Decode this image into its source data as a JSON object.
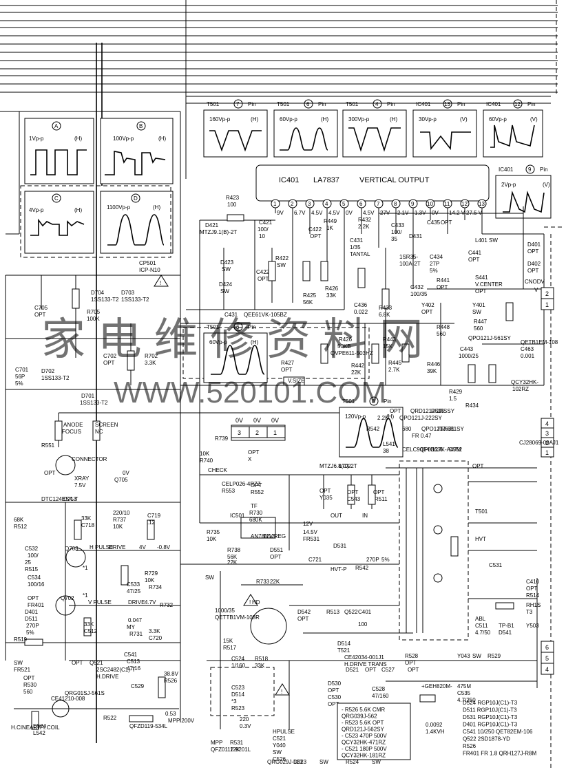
{
  "ic401": {
    "name": "IC401",
    "part": "LA7837",
    "title": "VERTICAL   OUTPUT",
    "pins": [
      "1",
      "2",
      "3",
      "4",
      "5",
      "6",
      "7",
      "8",
      "9",
      "10",
      "11",
      "12",
      "13"
    ],
    "volts": [
      "9V",
      "6.7V",
      "4.5V",
      "4.5V",
      "0V",
      "4.5V",
      "27V",
      "2.1V",
      "1.3V",
      "0V",
      "14.2 V",
      "27.5 V"
    ]
  },
  "waves": [
    {
      "src": "T501",
      "pin": "7",
      "word": "Pin",
      "vpp": "160Vp-p",
      "unit": "(H)"
    },
    {
      "src": "T501",
      "pin": "6",
      "word": "Pin",
      "vpp": "60Vp-p",
      "unit": "(H)"
    },
    {
      "src": "T501",
      "pin": "4",
      "word": "Pin",
      "vpp": "300Vp-p",
      "unit": "(H)"
    },
    {
      "src": "IC401",
      "pin": "13",
      "word": "Pin",
      "vpp": "30Vp-p",
      "unit": "(V)"
    },
    {
      "src": "IC401",
      "pin": "12",
      "word": "Pin",
      "vpp": "60Vp-p",
      "unit": "(V)"
    },
    {
      "src": "IC401",
      "pin": "9",
      "word": "Pin",
      "vpp": "2Vp-p",
      "unit": "(V)"
    },
    {
      "src": "T501",
      "pin": "6",
      "word": "Pin",
      "vpp": "60Vp-p",
      "unit": "(H)"
    },
    {
      "src": "T501",
      "pin": "8",
      "word": "Pin",
      "vpp": "120Vp-p",
      "unit": "(H)"
    }
  ],
  "leftwaves": [
    {
      "id": "A",
      "vpp": "1Vp-p",
      "unit": "(H)"
    },
    {
      "id": "B",
      "vpp": "100Vp-p",
      "unit": "(H)"
    },
    {
      "id": "C",
      "vpp": "4Vp-p",
      "unit": "(H)"
    },
    {
      "id": "D",
      "vpp": "1100Vp-p",
      "unit": "(H)"
    }
  ],
  "labels": [
    "R423",
    "100",
    "D421",
    "MTZJ9.1(B)-2T",
    "D423",
    "SW",
    "D424",
    "SW",
    "C421",
    "100/",
    "10",
    "C422",
    "OPT",
    "R422",
    "SW",
    "C422",
    "OPT",
    "R449",
    "1K",
    "R425",
    "56K",
    "R426",
    "33K",
    "R432",
    "2.2K",
    "C431",
    "1/35",
    "TANTAL",
    "C433",
    "100/",
    "35",
    "D431",
    "1SR35-",
    "100A-2T",
    "C434",
    "27P",
    "5%",
    "C435",
    "OPT",
    "C441",
    "OPT",
    "L401",
    "SW",
    "D401",
    "OPT",
    "D402",
    "OPT",
    "R441",
    "OPT",
    "S441",
    "V.CENTER",
    "OPT",
    "CNODV",
    "V",
    "C432",
    "100/35",
    "C436",
    "0.022",
    "R433",
    "6.8K",
    "Y402",
    "OPT",
    "Y401",
    "SW",
    "R448",
    "560",
    "R447",
    "560",
    "QPO121J-561SY",
    "C431",
    "QEE61VK-105BZ",
    "CP501",
    "ICP-N10",
    "D704",
    "1SS133-T2",
    "D703",
    "1SS133-T2",
    "C705",
    "OPT",
    "R705",
    "100K",
    "C702",
    "OPT",
    "R702",
    "3.3K",
    "C701",
    "56P",
    "5%",
    "D702",
    "1SS133-T2",
    "D701",
    "1SS133-T2",
    "R426",
    "50KB",
    "QVPE611-503HZ",
    "R427",
    "OPT",
    "V.SIZE",
    "R442",
    "22K",
    "R443",
    "15K",
    "R445",
    "2.7K",
    "R446",
    "39K",
    "C443",
    "1000/25",
    "QETB1EM-108",
    "C463",
    "0.001",
    "QCY32HK-",
    "102RZ",
    "R429",
    "1.5",
    "R434",
    "OPT",
    "QRD121J-1RSSY",
    "R515",
    "2.2K",
    "QPO121J-222SY",
    "R542",
    "680",
    "QPO121J-681SY",
    "FR531",
    "FR 0.47",
    "L541",
    "38",
    "CELC901-036J6",
    "QPH127K-A47M",
    "D552",
    "OPT",
    "T501",
    "HVT",
    "CJ28069-00AJ1",
    "ANODE",
    "FOCUS",
    "SCREEN",
    "NC",
    "R739",
    "10K",
    "R740",
    "OPT",
    "X",
    "CHECK",
    "CONNECTOR",
    "R551",
    "OPT",
    "XRAY",
    "7.5V",
    "0V",
    "Q705",
    "DTC124ESA-T",
    "D713",
    "MTZJ6.8(C)-2T",
    "L702",
    "CELP026-4R7Z",
    "R553",
    "OPT",
    "R552",
    "OPT",
    "Y035",
    "OPT",
    "C543",
    "OPT",
    "R511",
    "68K",
    "R512",
    "33K",
    "C718",
    "220/10",
    "R737",
    "10K",
    "C719",
    ".12",
    "TF",
    "R730",
    "680K",
    "IC501",
    "AN78N12",
    "12V.REG",
    "12V",
    "OUT",
    "IN",
    "14.5V",
    "FR531",
    "D531",
    "C532",
    "100/",
    "25",
    "R515",
    "Q703",
    "*1",
    "H PULSE",
    "DRIVE",
    "4V",
    "-0.8V",
    "R735",
    "10K",
    "R738",
    "56K",
    "D551",
    "OPT",
    "C534",
    "100/16",
    "C533",
    "47/25",
    "R729",
    "10K",
    "R734",
    "22K",
    "C721",
    "270P",
    "5%",
    "HVT-P",
    "R542",
    "C531",
    "OPT",
    "FR401",
    "D401",
    "D511",
    "Q702",
    "*1",
    "V PULSE",
    "DRIVE",
    "4.7V",
    "R732",
    "SW",
    "R733",
    "22K",
    "HD",
    "D542",
    "R513",
    "OPT",
    "Q522",
    "C401",
    "1000/35",
    "QETTB1VM-108R",
    "C410",
    "OPT",
    "R514",
    "33K",
    "C512",
    "0.047",
    "MY",
    "R731",
    "3.3K",
    "C720",
    "270P",
    "5%",
    "R519",
    "15K",
    "R517",
    "100",
    "ABL",
    "C511",
    "4.7/50",
    "TP-B1",
    "D541",
    "RH1S",
    "T3",
    "Y503",
    "SW",
    "FR521",
    "OPT",
    "C541",
    "C513",
    "47/16",
    "D514",
    "T521",
    "CE42034-001J1",
    "H.DRIVE TRANS",
    "R528",
    "OPT",
    "Y043",
    "SW",
    "R529",
    "OPT",
    "R530",
    "560",
    "QRG01SJ-561S",
    "Q521",
    "2SC2482(C1)-T",
    "H.DRIVE",
    "38.8V",
    "R526",
    "C524",
    "1/160",
    "R518",
    "33K",
    "D521",
    "OPT",
    "C527",
    "OPT",
    "C529",
    "0.53",
    "MPP 200V",
    "QFZD119-534L",
    "C523",
    "D514",
    "*3",
    "R523",
    "D530",
    "OPT",
    "C530",
    "OPT",
    "C528",
    "47/160",
    "+GEH820M-",
    "475M",
    "C535",
    "4.7/250",
    "D524",
    "L542",
    "CE41210-008",
    "H.CINEARITY.COIL",
    "R522",
    "220",
    "0.3V",
    "HPULSE",
    "C521",
    "Y040",
    "SW",
    "C526",
    "0.0092",
    "1.4KVH",
    "MPP",
    "QFZ0117-9201L",
    "R531",
    "12K",
    "QRG029J-123",
    "D523",
    "SW",
    "R524",
    "SW"
  ],
  "notes": [
    "- R526  5.6K  CMR",
    "  QRG039J-562",
    "- R523  5.6K  OPT",
    "  QRD121J-562SY",
    "- C523  470P  500V",
    "  QCY32HK-471RZ",
    "- C521  180P  500V",
    "  QCY32HK-181RZ"
  ],
  "bom": [
    "D524  RGP10J(C1)-T3",
    "D511  RGP10J(C1)-T3",
    "D531  RGP10J(C1)-T3",
    "D401  RGP10J(C1)-T3",
    "C541  10/250  QET82EM-106",
    "Q522  2SD1878-YD",
    "R526",
    "FR401 FR 1.8 QRH127J-R8M"
  ],
  "connectors": {
    "right_upper": [
      "1",
      "2"
    ],
    "right_mid": [
      "4",
      "3",
      "2",
      "1"
    ],
    "right_low": [
      "6",
      "5",
      "4"
    ],
    "check": [
      "3",
      "2",
      "1"
    ],
    "check_v": [
      "0V",
      "0V",
      "0V"
    ]
  },
  "watermark": {
    "cn": "家 电 维 修 资 料 网",
    "url": "WWW.520101.COM"
  }
}
